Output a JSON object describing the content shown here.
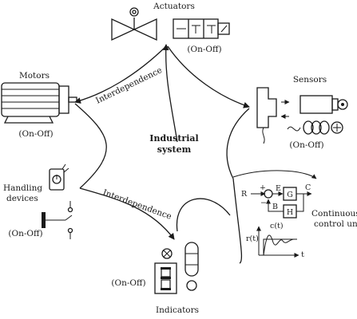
{
  "center": {
    "line1": "Industrial",
    "line2": "system"
  },
  "actuators": {
    "title": "Actuators",
    "state": "(On-Off)"
  },
  "motors": {
    "title": "Motors",
    "state": "(On-Off)"
  },
  "sensors": {
    "title": "Sensors",
    "state": "(On-Off)"
  },
  "handling": {
    "title_line1": "Handling",
    "title_line2": "devices",
    "state": "(On-Off)"
  },
  "indicators": {
    "title": "Indicators",
    "state": "(On-Off)"
  },
  "control": {
    "title_line1": "Continuous",
    "title_line2": "control unit",
    "block_r": "R",
    "block_e": "E",
    "block_c": "C",
    "block_b": "B",
    "block_g": "G",
    "block_h": "H",
    "plus_sign": "+",
    "minus_sign": "−",
    "axis_ct": "c(t)",
    "axis_rt": "r(t)",
    "axis_t": "t"
  },
  "links": {
    "upper": "Interdependence",
    "lower": "Interdependence"
  }
}
